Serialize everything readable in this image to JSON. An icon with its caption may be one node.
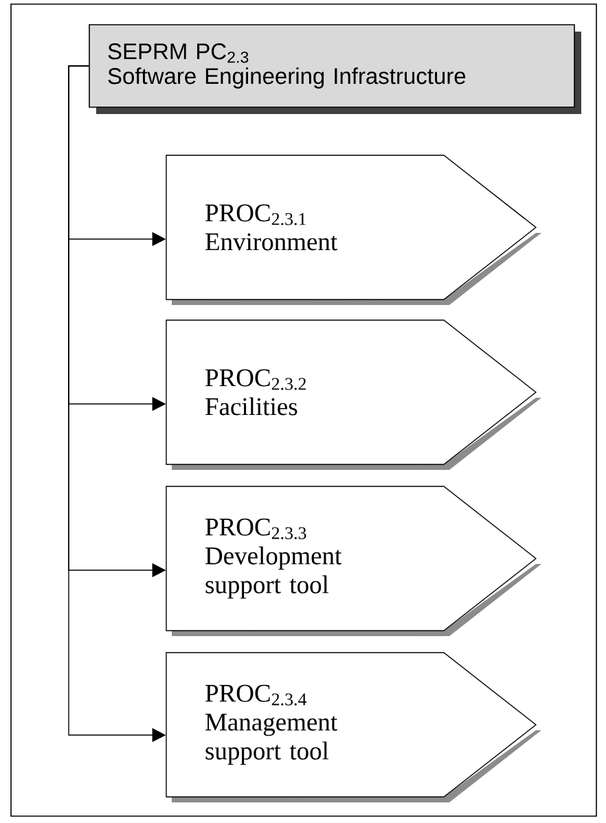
{
  "diagram": {
    "nodes": [
      {
        "text": [
          "SEPRM PC$_{2.3}$",
          "Software Engineering Infrastructure"
        ]
      },
      {
        "text": [
          "PROC$_{2.3.1}$",
          "Environment"
        ]
      },
      {
        "text": [
          "PROC$_{2.3.2}$",
          "Facilities"
        ]
      },
      {
        "text": [
          "PROC$_{2.3.3}$",
          "Development support tool"
        ]
      },
      {
        "text": [
          "PROC$_{2.3.4}$",
          "Management support tool"
        ]
      }
    ],
    "edges": [
      {
        "from": 0,
        "to": 1,
        "arrow": "to"
      },
      {
        "from": 0,
        "to": 2,
        "arrow": "to"
      },
      {
        "from": 0,
        "to": 3,
        "arrow": "to"
      },
      {
        "from": 0,
        "to": 4,
        "arrow": "to"
      }
    ]
  }
}
